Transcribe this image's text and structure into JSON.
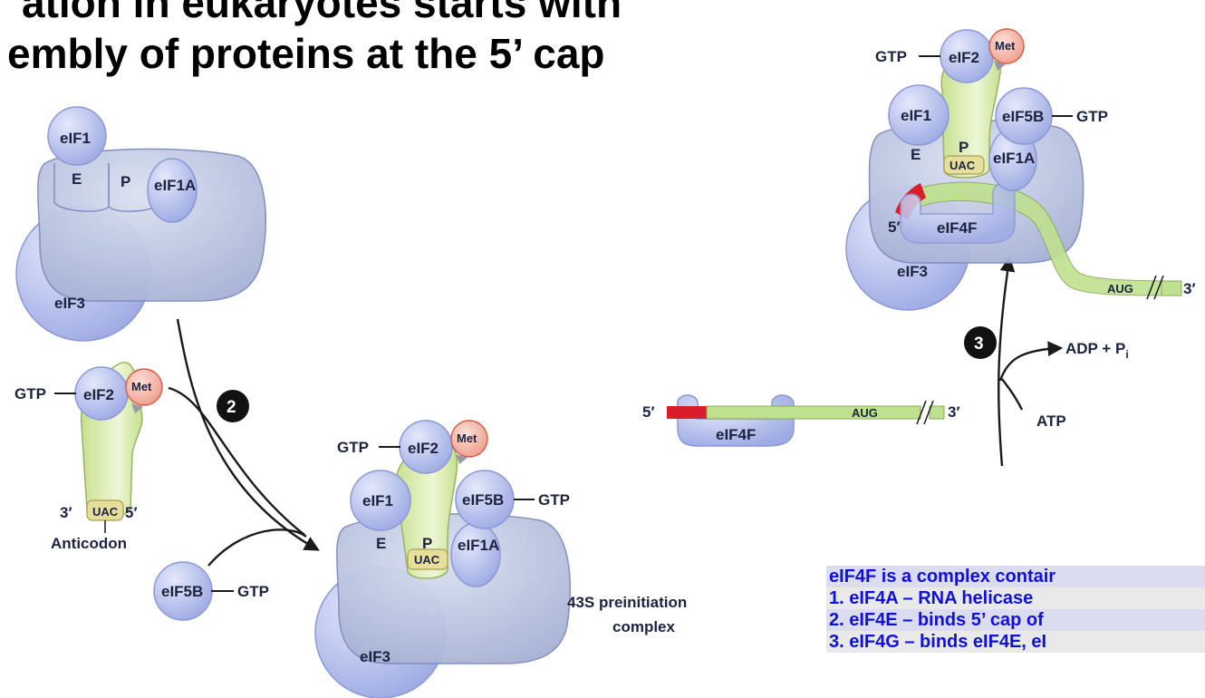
{
  "title": {
    "line1": "ation in eukaryotes starts with",
    "line2": "embly of proteins at the 5’ cap"
  },
  "labels": {
    "eif1": "eIF1",
    "eif1a": "eIF1A",
    "eif2": "eIF2",
    "eif3": "eIF3",
    "eif5b": "eIF5B",
    "eif4f": "eIF4F",
    "gtp": "GTP",
    "met": "Met",
    "e_site": "E",
    "p_site": "P",
    "uac": "UAC",
    "three_prime": "3′",
    "five_prime": "5′",
    "anticodon": "Anticodon",
    "aug": "AUG",
    "complex_43s_line1": "43S preinitiation",
    "complex_43s_line2": "complex",
    "adp_pi": "ADP + P",
    "pi_subscript": "i",
    "atp": "ATP",
    "step2": "2",
    "step3": "3"
  },
  "notes": [
    "eIF4F is a complex contair",
    "1.  eIF4A – RNA helicase",
    "2.  eIF4E – binds 5’ cap of",
    "3.  eIF4G – binds eIF4E, eI"
  ],
  "colors": {
    "ribosome": "#b9c3e1",
    "factor": "#b5bfee",
    "trna": "#d7ecab",
    "met": "#f4b0a2",
    "cap": "#d81e28",
    "mrna": "#bfe08e",
    "notes_text": "#1010d8"
  }
}
